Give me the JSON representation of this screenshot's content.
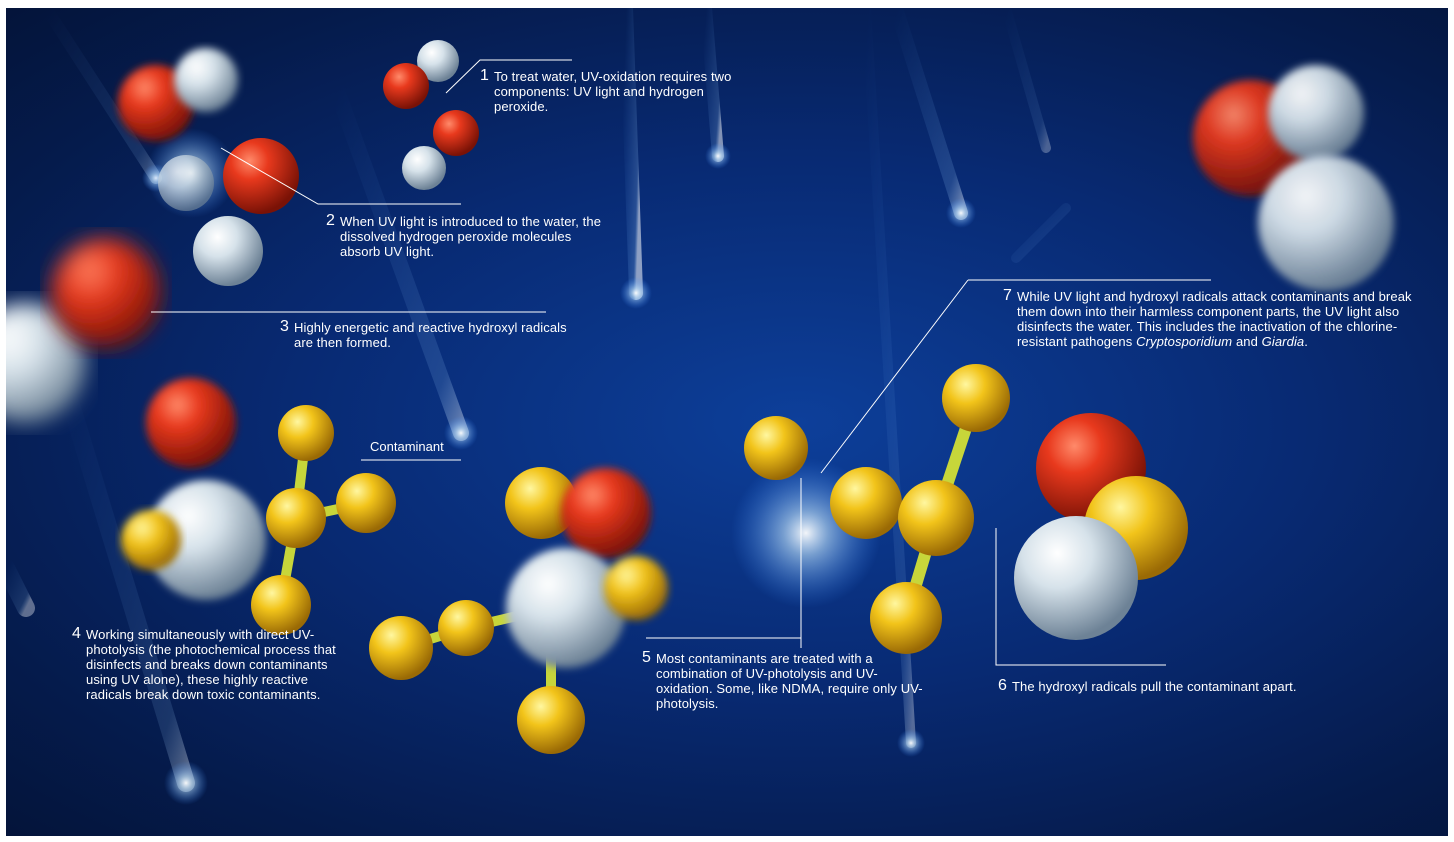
{
  "steps": [
    {
      "num": "1",
      "text": "To treat water, UV-oxidation requires two components: UV light and hydrogen peroxide."
    },
    {
      "num": "2",
      "text": "When UV light is introduced to the water, the dissolved hydrogen peroxide molecules absorb UV light."
    },
    {
      "num": "3",
      "text": "Highly energetic and reactive hydroxyl radicals are then formed."
    },
    {
      "num": "4",
      "text": "Working simultaneously with direct UV-photolysis (the photochemical process that disinfects and breaks down contaminants using UV alone), these highly reactive radicals break down toxic contaminants."
    },
    {
      "num": "5",
      "text": "Most contaminants are treated with a combination of UV-photolysis and UV-oxidation. Some, like NDMA, require only UV-photolysis."
    },
    {
      "num": "6",
      "text": "The hydroxyl radicals pull the contaminant apart."
    },
    {
      "num": "7",
      "text_a": "While UV light and hydroxyl radicals attack contaminants and break them down into their harmless component parts, the UV light also disinfects the water. This includes the inactivation of the chlorine-resistant pathogens ",
      "pathogen_1": "Cryptosporidium",
      "text_b": " and ",
      "pathogen_2": "Giardia",
      "text_c": "."
    }
  ],
  "contaminant_label": "Contaminant",
  "colors": {
    "background": "#082a73",
    "oxygen": "#d8301a",
    "hydrogen": "#c9d8e4",
    "contaminant_atom": "#f0c21c",
    "bond": "#c7d63a",
    "text": "#ffffff",
    "leader_line": "#ffffff"
  }
}
